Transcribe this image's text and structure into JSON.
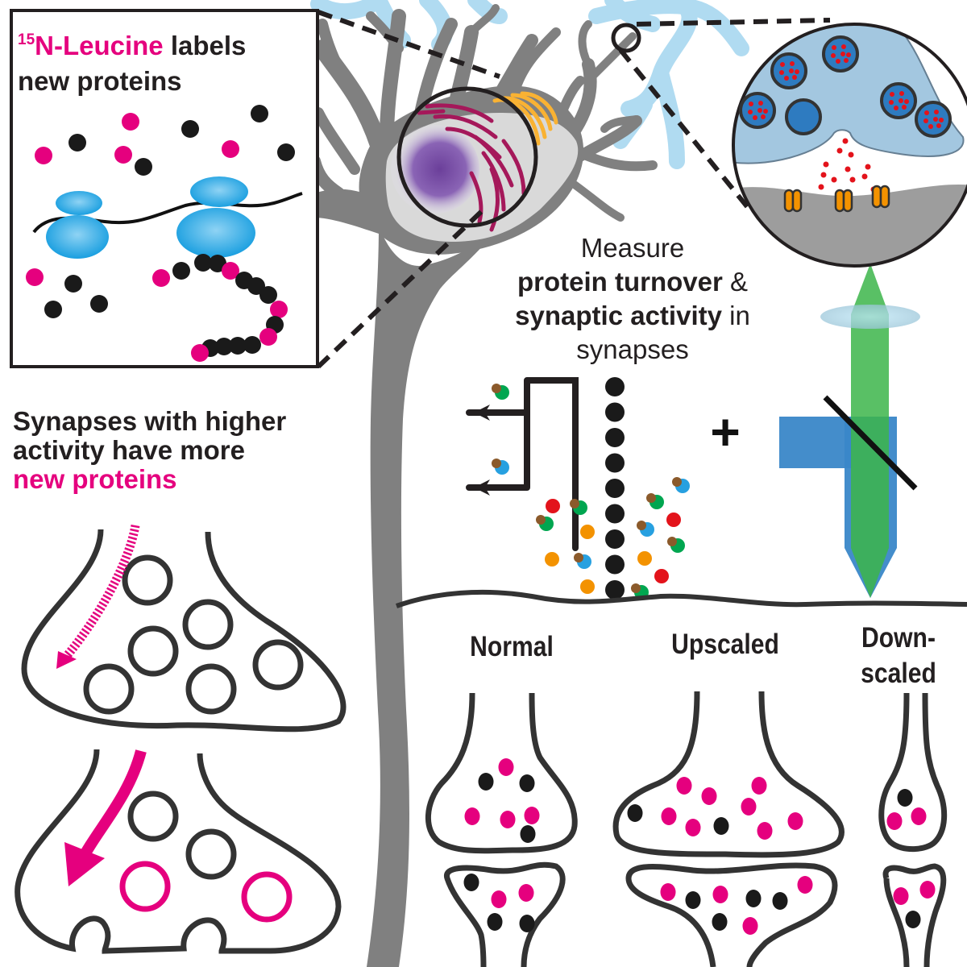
{
  "inset_box": {
    "title_superscript": "15",
    "title_highlight": "N-Leucine",
    "title_rest_line1": " labels",
    "title_line2": "new proteins"
  },
  "measure_text": {
    "line1": "Measure",
    "line2_bold": "protein turnover",
    "line2_rest": " &",
    "line3_bold": "synaptic activity",
    "line3_rest": " in",
    "line4": "synapses"
  },
  "left_text": {
    "line1": "Synapses with higher",
    "line2": "activity have more",
    "line3_highlight": "new proteins"
  },
  "conditions": {
    "normal": "Normal",
    "upscaled": "Upscaled",
    "downscaled_line1": "Down-",
    "downscaled_line2": "scaled"
  },
  "plus_symbol": "+",
  "colors": {
    "new_protein_magenta": "#e5007e",
    "old_protein_black": "#1a1a1a",
    "neuron_gray": "#808080",
    "soma_light_gray": "#d9d9d9",
    "ribosome_blue": "#1ba1e2",
    "presynaptic_blue": "#a3c7e0",
    "vesicle_blue": "#2e7bc0",
    "neurotransmitter_red": "#e3131b",
    "receptor_orange": "#f39200",
    "golgi_orange": "#f9b233",
    "er_crimson": "#a5185a",
    "nucleus_purple": "#7b4fa0",
    "beam_green": "#3cb54a",
    "beam_blue": "#3a87c8",
    "outline_dark": "#333333"
  },
  "mass_spec_ions": [
    "green",
    "blue",
    "red",
    "orange"
  ],
  "synapse_counts": {
    "normal": {
      "pre_new": 4,
      "pre_old": 3,
      "post_new": 2,
      "post_old": 3
    },
    "upscaled": {
      "pre_new": 8,
      "pre_old": 2,
      "post_new": 4,
      "post_old": 4
    },
    "downscaled": {
      "pre_new": 2,
      "pre_old": 1,
      "post_new": 2,
      "post_old": 1
    }
  }
}
